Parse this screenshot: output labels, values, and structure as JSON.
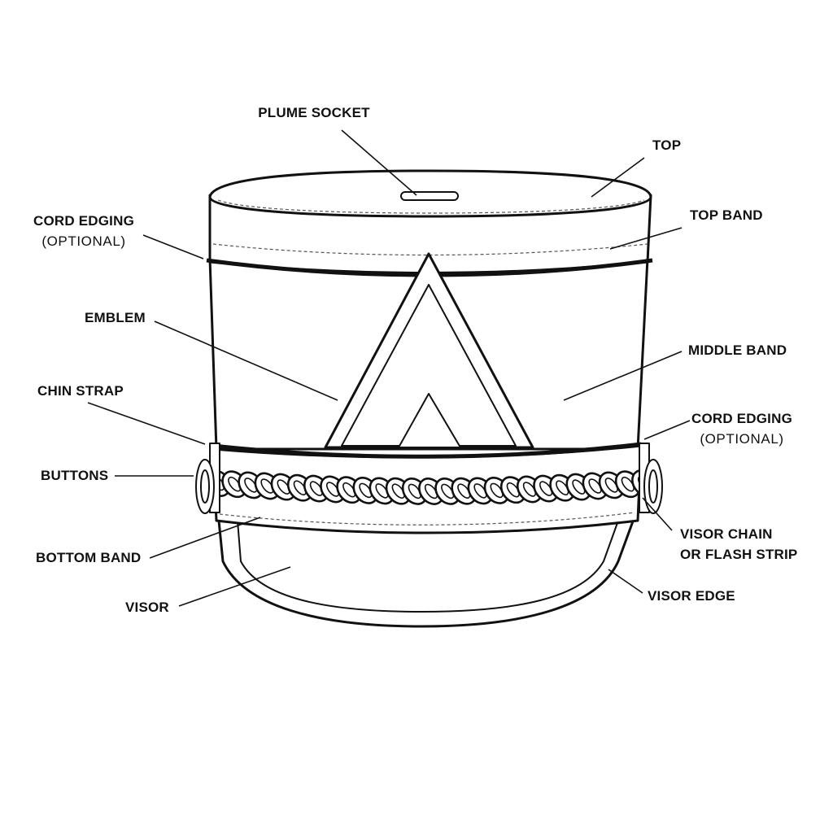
{
  "colors": {
    "ink": "#111111",
    "background": "#ffffff"
  },
  "labels": {
    "plume_socket": "PLUME SOCKET",
    "top": "TOP",
    "top_band": "TOP BAND",
    "cord_edging_top": "CORD EDGING",
    "cord_edging_top_note": "(OPTIONAL)",
    "emblem": "EMBLEM",
    "middle_band": "MIDDLE BAND",
    "chin_strap": "CHIN STRAP",
    "cord_edging_bottom": "CORD EDGING",
    "cord_edging_bottom_note": "(OPTIONAL)",
    "buttons": "BUTTONS",
    "visor_chain_line1": "VISOR CHAIN",
    "visor_chain_line2": "OR FLASH STRIP",
    "bottom_band": "BOTTOM BAND",
    "visor_edge": "VISOR EDGE",
    "visor": "VISOR"
  }
}
